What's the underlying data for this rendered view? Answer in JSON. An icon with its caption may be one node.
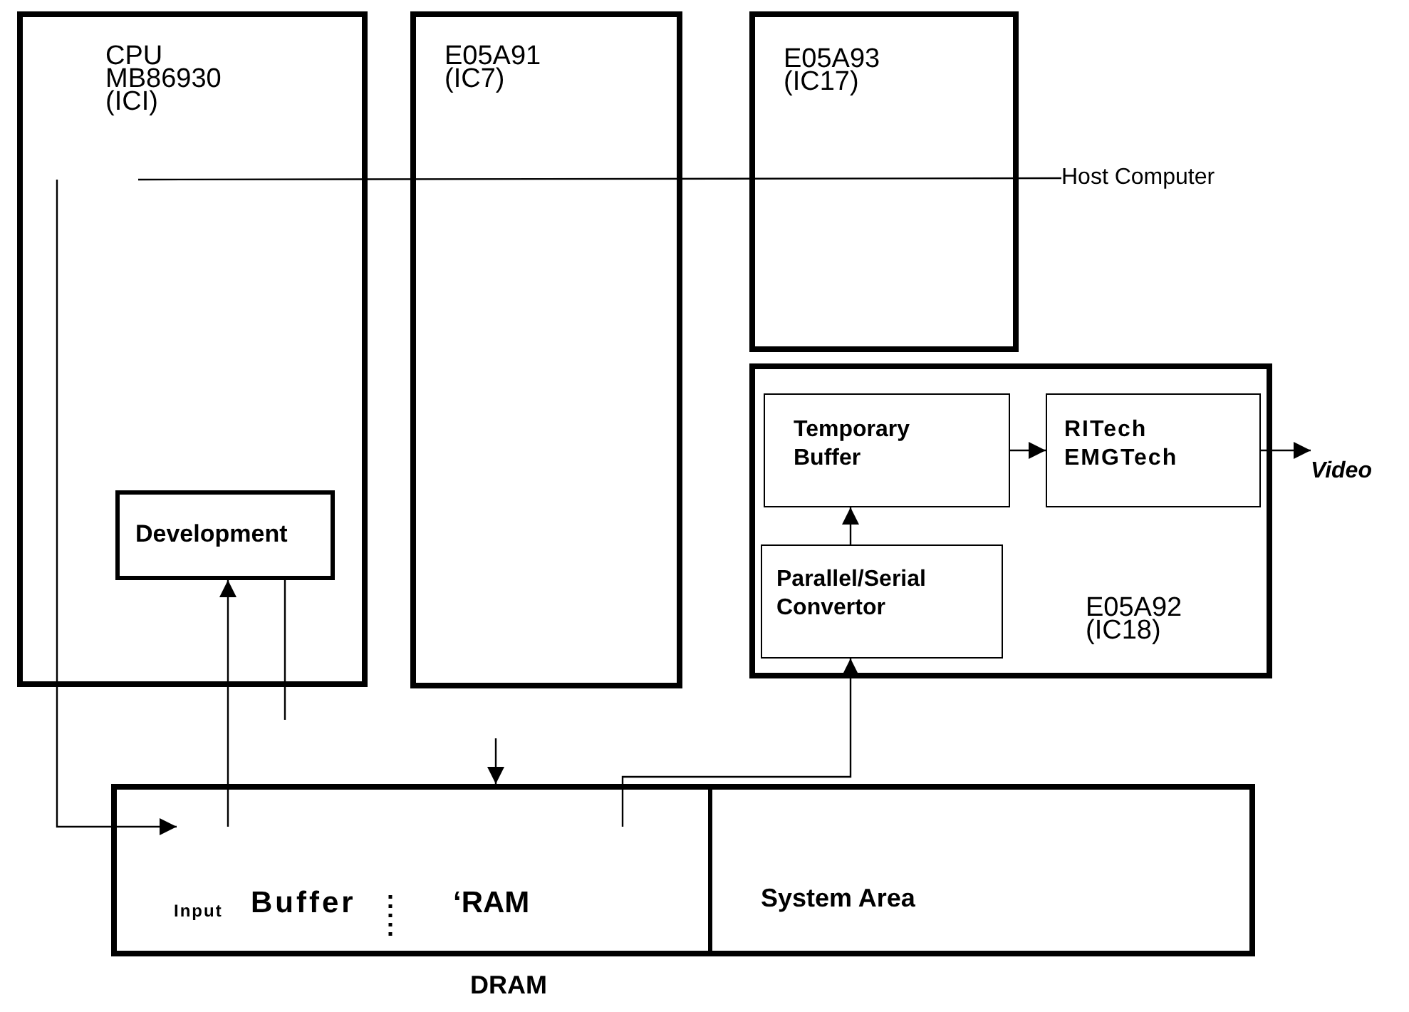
{
  "diagram": {
    "nodes": [
      {
        "text": [
          "CPU MB86930 (ICI)"
        ]
      },
      {
        "text": [
          "E05A91 (IC7)"
        ]
      },
      {
        "text": [
          "E05A93 (IC17)"
        ]
      },
      {
        "text": [
          "Host Computer"
        ]
      },
      {
        "text": [
          "E05A92 (IC18)"
        ]
      },
      {
        "text": [
          "Temporary Buffer"
        ],
        "in": 4
      },
      {
        "text": [
          "RITech EMGTech"
        ],
        "in": 4
      },
      {
        "text": [
          "Parallel/Serial Convertor"
        ],
        "in": 4
      },
      {
        "text": [
          "Video"
        ]
      },
      {
        "text": [
          "Development"
        ],
        "in": 0
      },
      {
        "text": [
          "DRAM"
        ]
      },
      {
        "text": [
          "Input",
          "Buffer",
          "‘RAM"
        ],
        "in": 10
      },
      {
        "text": [
          "System Area"
        ],
        "in": 10
      }
    ],
    "edges": [
      {
        "from": null,
        "to": 3,
        "arrow": "none"
      },
      {
        "from": 0,
        "to": 11,
        "arrow": "to"
      },
      {
        "from": 11,
        "to": 9,
        "arrow": "to"
      },
      {
        "from": 9,
        "to": null,
        "arrow": "none"
      },
      {
        "from": null,
        "to": 10,
        "arrow": "to"
      },
      {
        "from": 10,
        "to": 7,
        "arrow": "to"
      },
      {
        "from": 7,
        "to": 5,
        "arrow": "to"
      },
      {
        "from": 5,
        "to": 6,
        "arrow": "to"
      },
      {
        "from": 6,
        "to": 8,
        "arrow": "to"
      }
    ]
  }
}
